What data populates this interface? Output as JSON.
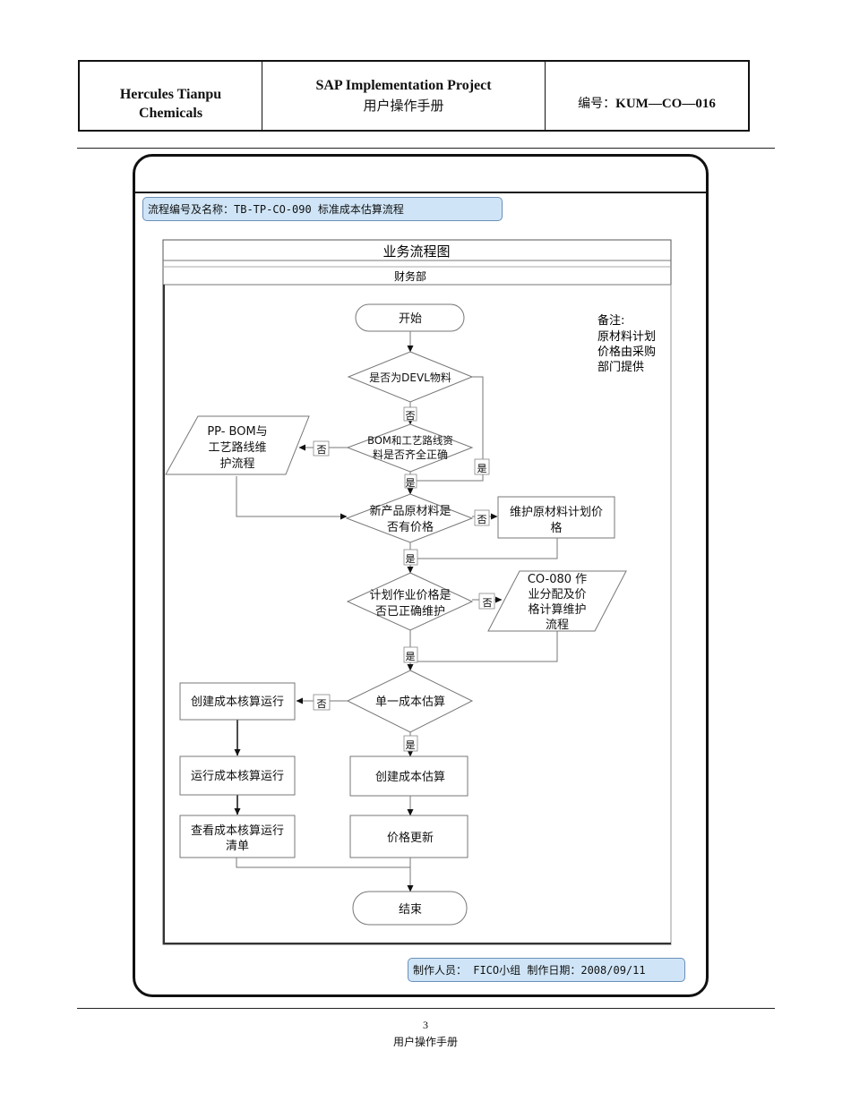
{
  "header": {
    "company_line1": "Hercules Tianpu",
    "company_line2": "Chemicals",
    "project_title": "SAP Implementation Project",
    "project_subtitle": "用户操作手册",
    "doc_no_label": "编号：",
    "doc_no_value": "KUM—CO—016"
  },
  "process_chip": "流程编号及名称：TB-TP-CO-090 标准成本估算流程",
  "diagram": {
    "title": "业务流程图",
    "lane": "财务部",
    "note_lines": [
      "备注:",
      "原材料计划",
      "价格由采购",
      "部门提供"
    ],
    "nodes": {
      "start": "开始",
      "d1": "是否为DEVL物料",
      "d2_l1": "BOM和工艺路线资",
      "d2_l2": "料是否齐全正确",
      "pp_l1": "PP- BOM与",
      "pp_l2": "工艺路线维",
      "pp_l3": "护流程",
      "d3_l1": "新产品原材料是",
      "d3_l2": "否有价格",
      "maint_l1": "维护原材料计划价",
      "maint_l2": "格",
      "d4_l1": "计划作业价格是",
      "d4_l2": "否已正确维护",
      "co80_l1": "CO-080 作",
      "co80_l2": "业分配及价",
      "co80_l3": "格计算维护",
      "co80_l4": "流程",
      "d5": "单一成本估算",
      "create_run": "创建成本核算运行",
      "exec_run": "运行成本核算运行",
      "view_l1": "查看成本核算运行",
      "view_l2": "清单",
      "create_est": "创建成本估算",
      "price_upd": "价格更新",
      "end": "结束"
    },
    "labels": {
      "no": "否",
      "yes": "是"
    }
  },
  "footer_chip": "制作人员： FICO小组   制作日期：2008/09/11",
  "page_number": "3",
  "footer_title": "用户操作手册"
}
